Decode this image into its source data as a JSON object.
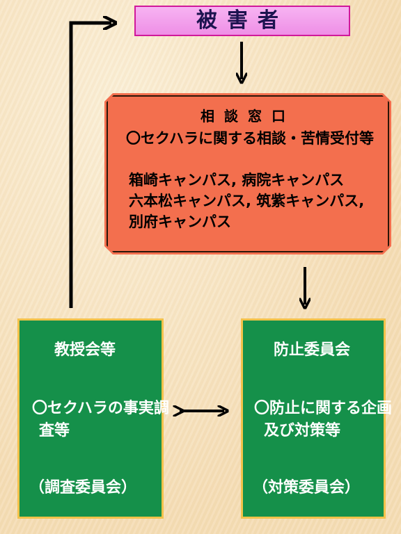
{
  "victim": {
    "label": "被害者"
  },
  "counsel": {
    "title": "相談窓口",
    "subtitle": "〇セクハラに関する相談・苦情受付等",
    "campuses": [
      "箱崎キャンパス, 病院キャンパス",
      "六本松キャンパス, 筑紫キャンパス,",
      "別府キャンパス"
    ]
  },
  "professors": {
    "title": "教授会等",
    "body_line1": "〇セクハラの事実調",
    "body_line2": "査等",
    "committee": "（調査委員会）"
  },
  "prevention": {
    "title": "防止委員会",
    "body_line1": "〇防止に関する企画",
    "body_line2": "及び対策等",
    "committee": "（対策委員会）"
  },
  "colors": {
    "victim_fill": "#f7b3f2",
    "counsel_fill": "#f36f4e",
    "committee_fill": "#15904a",
    "committee_border": "#f2c24a"
  }
}
